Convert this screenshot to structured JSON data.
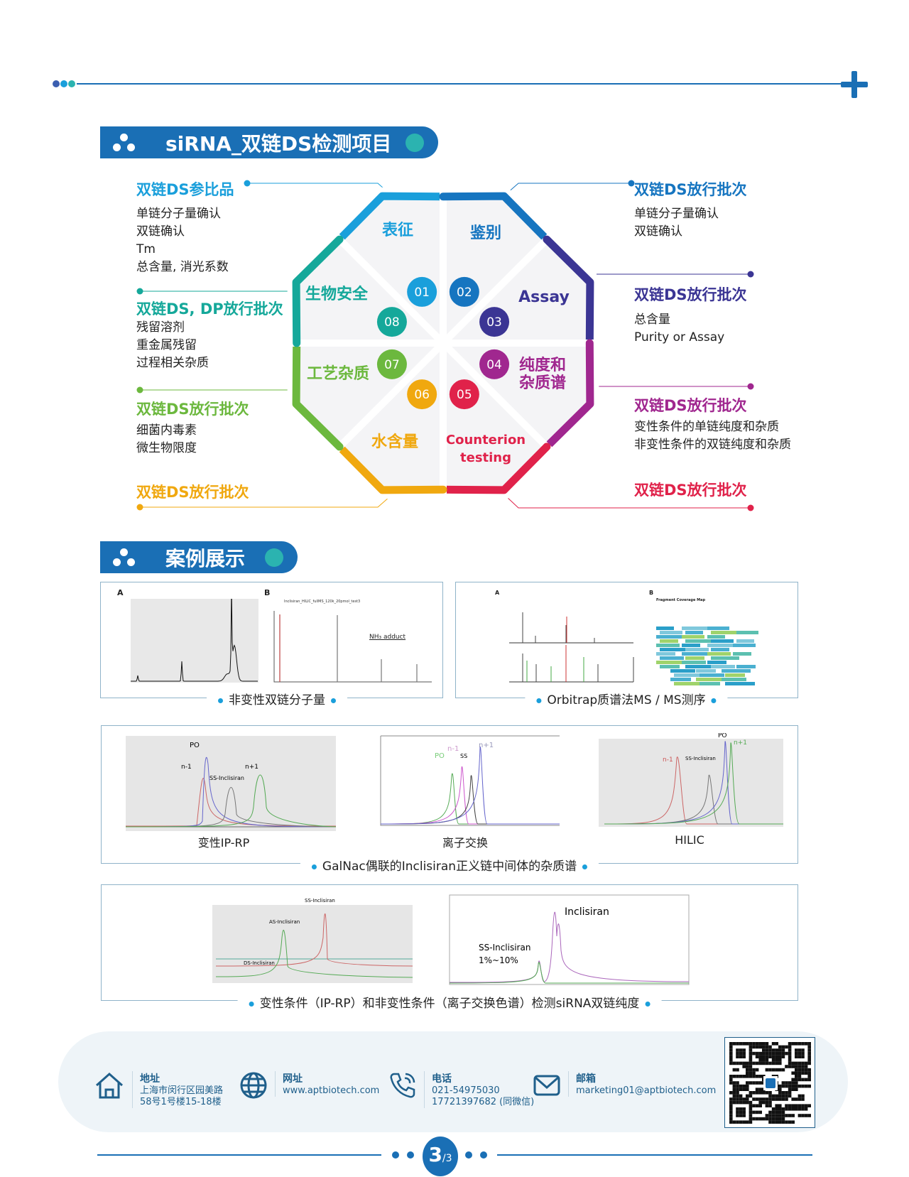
{
  "colors": {
    "primary": "#1a6fb5",
    "teal_dot": "#2bb3b0",
    "s1": "#1a9fdb",
    "s2": "#1675c0",
    "s3": "#3b3594",
    "s4": "#a0278f",
    "s5": "#e0224a",
    "s6": "#f0a80f",
    "s7": "#6cb83e",
    "s8": "#15a89a"
  },
  "section1": {
    "title": "siRNA_双链DS检测项目"
  },
  "left": [
    {
      "heading": "双链DS参比品",
      "items": [
        "单链分子量确认",
        "双链确认",
        "Tm",
        "总含量, 消光系数"
      ]
    },
    {
      "heading": "双链DS, DP放行批次",
      "items": [
        "残留溶剂",
        "重金属残留",
        "过程相关杂质"
      ]
    },
    {
      "heading": "双链DS放行批次",
      "items": [
        "细菌内毒素",
        "微生物限度"
      ]
    },
    {
      "heading": "双链DS放行批次",
      "items": []
    }
  ],
  "right": [
    {
      "heading": "双链DS放行批次",
      "items": [
        "单链分子量确认",
        "双链确认"
      ]
    },
    {
      "heading": "双链DS放行批次",
      "items": [
        "总含量",
        "Purity or Assay"
      ]
    },
    {
      "heading": "双链DS放行批次",
      "items": [
        "变性条件的单链纯度和杂质",
        "非变性条件的双链纯度和杂质"
      ]
    },
    {
      "heading": "双链DS放行批次",
      "items": []
    }
  ],
  "diagram": {
    "segments": [
      {
        "num": "01",
        "label": "表征"
      },
      {
        "num": "02",
        "label": "鉴别"
      },
      {
        "num": "03",
        "label": "Assay"
      },
      {
        "num": "04",
        "label": "纯度和\n杂质谱"
      },
      {
        "num": "05",
        "label": "Counterion\ntesting"
      },
      {
        "num": "06",
        "label": "水含量"
      },
      {
        "num": "07",
        "label": "工艺杂质"
      },
      {
        "num": "08",
        "label": "生物安全"
      }
    ]
  },
  "section2": {
    "title": "案例展示"
  },
  "cases": {
    "box1": {
      "caption": "非变性双链分子量",
      "panelA": "A",
      "panelB": "B",
      "nh3": "NH₃ adduct",
      "ms_title": "Inclisiran_HILIC_fullMS_120k_20pmol_test3"
    },
    "box2": {
      "caption": "Orbitrap质谱法MS / MS测序",
      "panelA": "A",
      "panelB": "B",
      "map_title": "Fragment Coverage Map"
    },
    "box3": {
      "caption": "GalNac偶联的Inclisiran正义链中间体的杂质谱",
      "subs": [
        "变性IP-RP",
        "离子交换",
        "HILIC"
      ],
      "labels": {
        "po": "PO",
        "nm1": "n-1",
        "np1": "n+1",
        "ss_inc": "SS-Inclisiran",
        "ss": "SS"
      }
    },
    "box4": {
      "caption": "变性条件（IP-RP）和非变性条件（离子交换色谱）检测siRNA双链纯度",
      "labels": {
        "ss": "SS-Inclisiran",
        "as": "AS-Inclisiran",
        "ds": "DS-Inclisiran",
        "inc": "Inclisiran",
        "ss2": "SS-Inclisiran",
        "pct": "1%~10%"
      }
    }
  },
  "footer": {
    "address": {
      "label": "地址",
      "lines": [
        "上海市闵行区园美路",
        "58号1号楼15-18楼"
      ]
    },
    "web": {
      "label": "网址",
      "value": "www.aptbiotech.com"
    },
    "phone": {
      "label": "电话",
      "lines": [
        "021-54975030",
        "17721397682 (同微信)"
      ]
    },
    "email": {
      "label": "邮箱",
      "value": "marketing01@aptbiotech.com"
    }
  },
  "page": {
    "current": "3",
    "total": "/3"
  }
}
